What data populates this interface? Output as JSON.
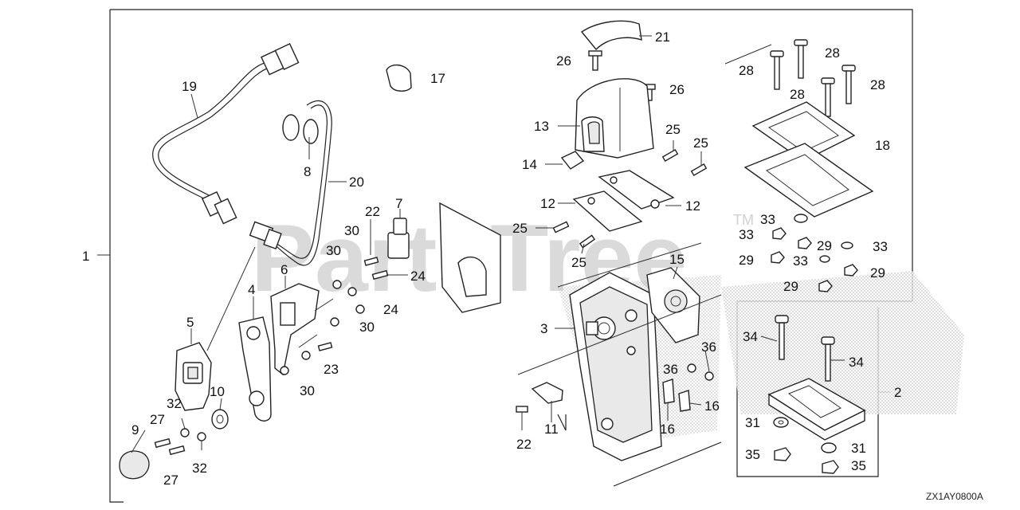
{
  "watermark": {
    "text": "PartsTree",
    "tm": "TM"
  },
  "diagram_code": "ZX1AY0800A",
  "callouts": {
    "c1": "1",
    "c2": "2",
    "c3": "3",
    "c4": "4",
    "c5": "5",
    "c6": "6",
    "c7": "7",
    "c8": "8",
    "c9": "9",
    "c10": "10",
    "c11": "11",
    "c12a": "12",
    "c12b": "12",
    "c13": "13",
    "c14": "14",
    "c15": "15",
    "c16a": "16",
    "c16b": "16",
    "c17": "17",
    "c18": "18",
    "c19": "19",
    "c20": "20",
    "c21": "21",
    "c22a": "22",
    "c22b": "22",
    "c23": "23",
    "c24a": "24",
    "c24b": "24",
    "c25a": "25",
    "c25b": "25",
    "c25c": "25",
    "c25d": "25",
    "c26a": "26",
    "c26b": "26",
    "c27a": "27",
    "c27b": "27",
    "c28a": "28",
    "c28b": "28",
    "c28c": "28",
    "c28d": "28",
    "c29a": "29",
    "c29b": "29",
    "c29c": "29",
    "c29d": "29",
    "c30a": "30",
    "c30b": "30",
    "c30c": "30",
    "c30d": "30",
    "c31a": "31",
    "c31b": "31",
    "c32a": "32",
    "c32b": "32",
    "c33a": "33",
    "c33b": "33",
    "c33c": "33",
    "c33d": "33",
    "c34a": "34",
    "c34b": "34",
    "c35a": "35",
    "c35b": "35",
    "c36a": "36",
    "c36b": "36"
  }
}
